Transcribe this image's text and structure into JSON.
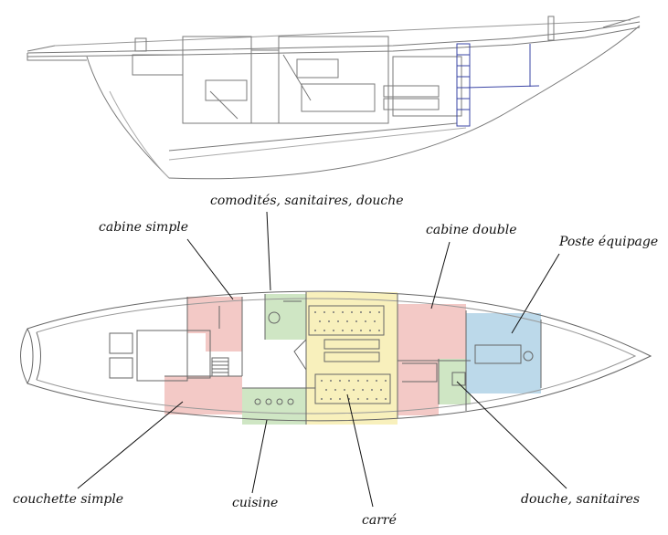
{
  "labels": {
    "comodites": "comodités, sanitaires, douche",
    "cabine_simple": "cabine simple",
    "cabine_double": "cabine double",
    "poste_equipage": "Poste équipage",
    "couchette_simple": "couchette simple",
    "cuisine": "cuisine",
    "carre": "carré",
    "douche_sanitaires": "douche, sanitaires"
  },
  "colors": {
    "red": "#f3c9c6",
    "green": "#cfe6c4",
    "yellow": "#f8f0bc",
    "blue": "#bcd9ea",
    "line": "#7a7a7a",
    "ink": "#111111"
  }
}
